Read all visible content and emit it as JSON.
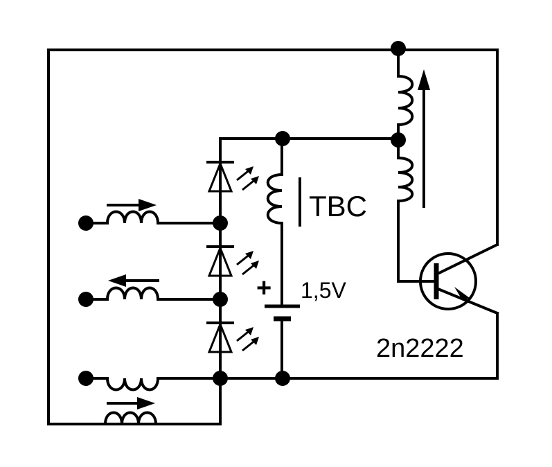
{
  "labels": {
    "tbc": "TBC",
    "voltage": "1,5V",
    "plus": "+",
    "transistor": "2n2222"
  },
  "colors": {
    "ink": "#000000",
    "background": "#ffffff"
  }
}
